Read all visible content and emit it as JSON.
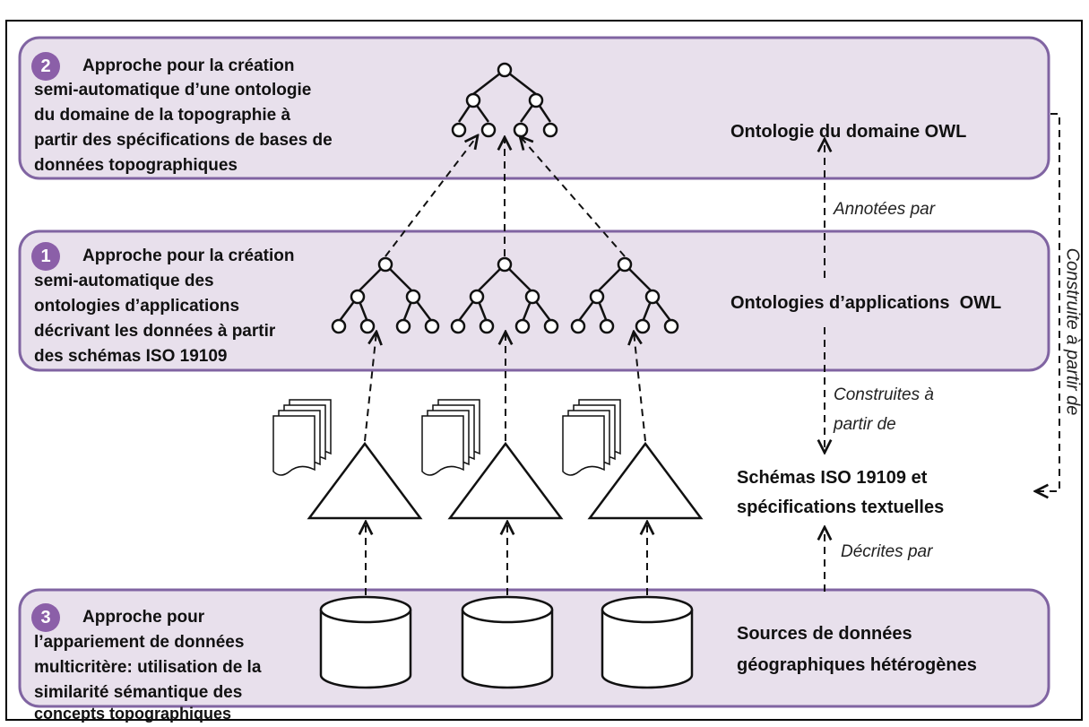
{
  "approaches": [
    {
      "number": "2",
      "title": "Approche pour la création",
      "lines": [
        "semi-automatique d’une ontologie",
        "du domaine de la topographie à",
        "partir des spécifications de bases de",
        "données topographiques"
      ]
    },
    {
      "number": "1",
      "title": "Approche pour la création",
      "lines": [
        "semi-automatique des",
        "ontologies d’applications",
        "décrivant les données à partir",
        "des schémas ISO 19109"
      ]
    },
    {
      "number": "3",
      "title": "Approche pour",
      "lines": [
        "l’appariement de données",
        "multicritère: utilisation de la",
        "similarité sémantique des",
        "concepts topographiques"
      ]
    }
  ],
  "layers": {
    "domain_ontology": "Ontologie du domaine OWL",
    "application_ontologies": "Ontologies d’applications  OWL",
    "schemas": [
      "Schémas ISO 19109 et",
      "spécifications textuelles"
    ],
    "sources": [
      "Sources de données",
      "géographiques hétérogènes"
    ]
  },
  "relations": {
    "annotated_by": "Annotées par",
    "built_from": [
      "Construites à",
      "partir de"
    ],
    "described_by": "Décrites par",
    "built_from_vertical": "Construite à partir de"
  },
  "colors": {
    "panel_fill": "#e8e0ec",
    "panel_stroke": "#8064a2",
    "badge": "#8b5fa8"
  }
}
